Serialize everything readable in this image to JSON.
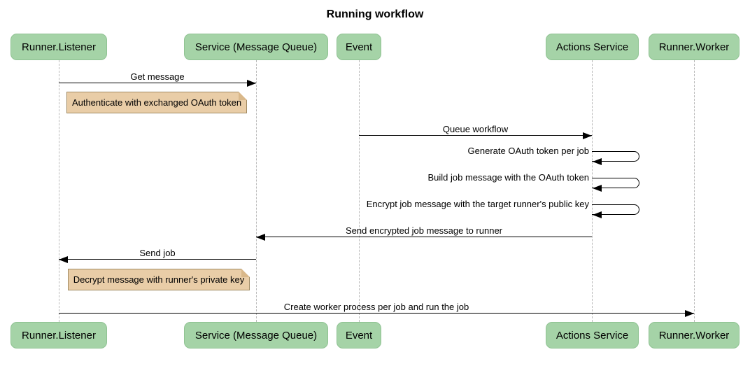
{
  "title": "Running workflow",
  "colors": {
    "background": "#ffffff",
    "actor-fill": "#a5d3a7",
    "actor-border": "#8fc292",
    "note-fill": "#e9cda7",
    "note-border": "#a08a62",
    "note-fold": "#d9b88a",
    "line": "#000000",
    "lifeline": "#b8b8b8",
    "text": "#000000"
  },
  "participants": [
    {
      "label": "Runner.Listener"
    },
    {
      "label": "Service (Message Queue)"
    },
    {
      "label": "Event"
    },
    {
      "label": "Actions Service"
    },
    {
      "label": "Runner.Worker"
    }
  ],
  "messages": [
    {
      "label": "Get message",
      "from": "Runner.Listener",
      "to": "Service (Message Queue)",
      "direction": "right"
    },
    {
      "label": "Queue workflow",
      "from": "Event",
      "to": "Actions Service",
      "direction": "right"
    },
    {
      "label": "Generate OAuth token per job",
      "from": "Actions Service",
      "to": "Actions Service",
      "direction": "self"
    },
    {
      "label": "Build job message with the OAuth token",
      "from": "Actions Service",
      "to": "Actions Service",
      "direction": "self"
    },
    {
      "label": "Encrypt job message with the target runner's public key",
      "from": "Actions Service",
      "to": "Actions Service",
      "direction": "self"
    },
    {
      "label": "Send encrypted job message to runner",
      "from": "Actions Service",
      "to": "Service (Message Queue)",
      "direction": "left"
    },
    {
      "label": "Send job",
      "from": "Service (Message Queue)",
      "to": "Runner.Listener",
      "direction": "left"
    },
    {
      "label": "Create worker process per job and run the job",
      "from": "Runner.Listener",
      "to": "Runner.Worker",
      "direction": "right"
    }
  ],
  "notes": [
    {
      "label": "Authenticate with exchanged OAuth token",
      "anchor": "Runner.Listener"
    },
    {
      "label": "Decrypt message with runner's private key",
      "anchor": "Runner.Listener"
    }
  ]
}
